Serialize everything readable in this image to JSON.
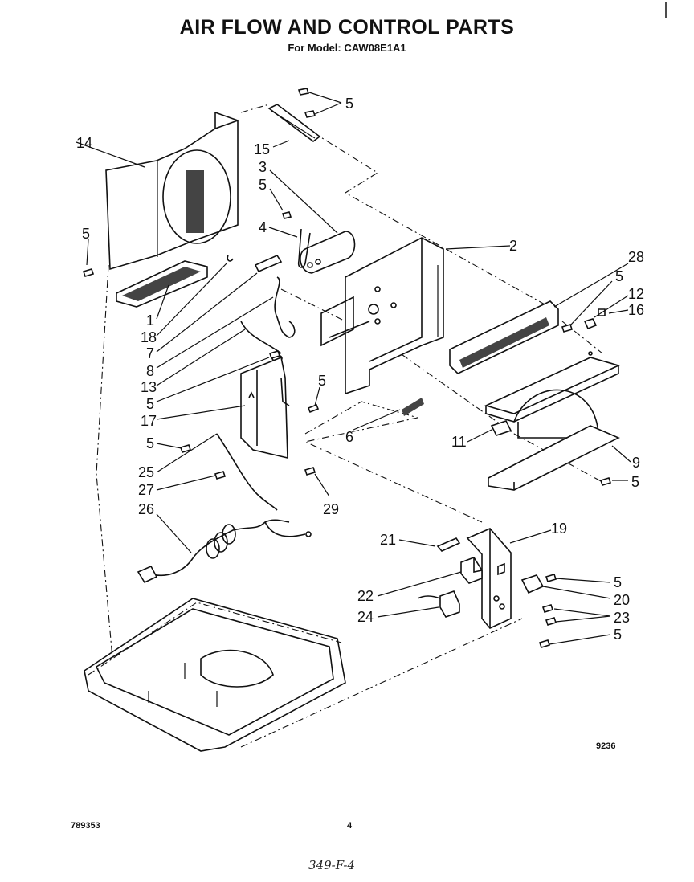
{
  "header": {
    "title": "AIR FLOW AND CONTROL PARTS",
    "subtitle": "For Model: CAW08E1A1"
  },
  "callouts": {
    "c14": "14",
    "c15": "15",
    "c3": "3",
    "c5a": "5",
    "c5b": "5",
    "c4": "4",
    "c2": "2",
    "c5c": "5",
    "c28": "28",
    "c5d": "5",
    "c12": "12",
    "c16": "16",
    "c1": "1",
    "c18": "18",
    "c7": "7",
    "c8": "8",
    "c13": "13",
    "c5e": "5",
    "c17": "17",
    "c5f": "5",
    "c6": "6",
    "c11": "11",
    "c5g": "5",
    "c25": "25",
    "c27": "27",
    "c26": "26",
    "c29": "29",
    "c9": "9",
    "c5h": "5",
    "c21": "21",
    "c19": "19",
    "c5i": "5",
    "c20": "20",
    "c22": "22",
    "c23": "23",
    "c24": "24",
    "c5j": "5"
  },
  "footer": {
    "figure_number": "9236",
    "doc_number": "789353",
    "page_number": "4",
    "handwritten_note": "349-F-4"
  }
}
